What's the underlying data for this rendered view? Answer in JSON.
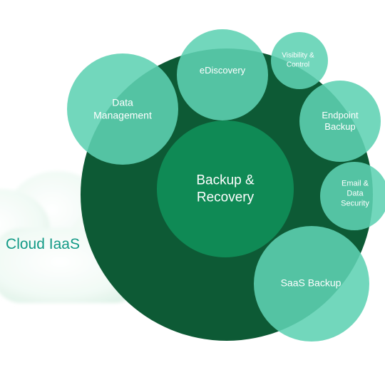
{
  "diagram": {
    "core_label": "Backup &\nRecovery",
    "cloud_label": "Cloud IaaS",
    "satellites": {
      "data_management": "Data\nManagement",
      "ediscovery": "eDiscovery",
      "visibility_control": "Visibility &\nControl",
      "endpoint_backup": "Endpoint\nBackup",
      "email_data_security": "Email & Data\nSecurity",
      "saas_backup": "SaaS Backup"
    },
    "colors": {
      "big_circle": "#0d5a35",
      "core_circle": "#0f8a55",
      "satellite_fill": "#5fd1b3",
      "cloud_fill": "#eaf7f1",
      "cloud_text": "#129a86"
    }
  }
}
